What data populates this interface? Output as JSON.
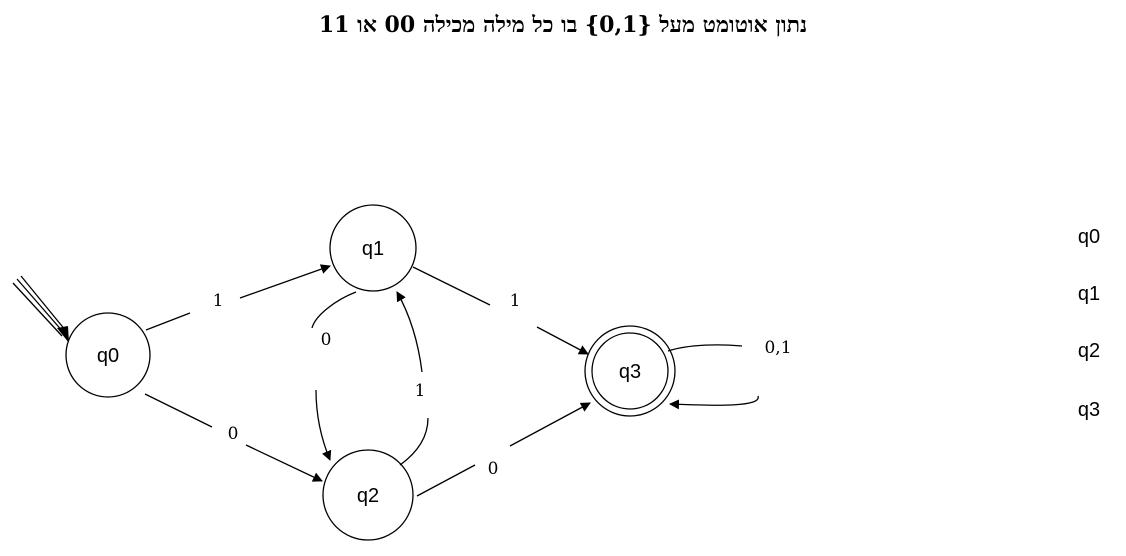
{
  "title": "נתון אוטומט מעל {0,1} בו כל מילה מכילה 00 או 11",
  "states": [
    {
      "id": "q0",
      "label": "q0",
      "initial": true,
      "accepting": false
    },
    {
      "id": "q1",
      "label": "q1",
      "initial": false,
      "accepting": false
    },
    {
      "id": "q2",
      "label": "q2",
      "initial": false,
      "accepting": false
    },
    {
      "id": "q3",
      "label": "q3",
      "initial": false,
      "accepting": true
    }
  ],
  "transitions": [
    {
      "from": "q0",
      "to": "q1",
      "label": "1"
    },
    {
      "from": "q0",
      "to": "q2",
      "label": "0"
    },
    {
      "from": "q1",
      "to": "q2",
      "label": "0"
    },
    {
      "from": "q2",
      "to": "q1",
      "label": "1"
    },
    {
      "from": "q1",
      "to": "q3",
      "label": "1"
    },
    {
      "from": "q2",
      "to": "q3",
      "label": "0"
    },
    {
      "from": "q3",
      "to": "q3",
      "label": "0,1"
    }
  ],
  "side_list": [
    "q0",
    "q1",
    "q2",
    "q3"
  ]
}
